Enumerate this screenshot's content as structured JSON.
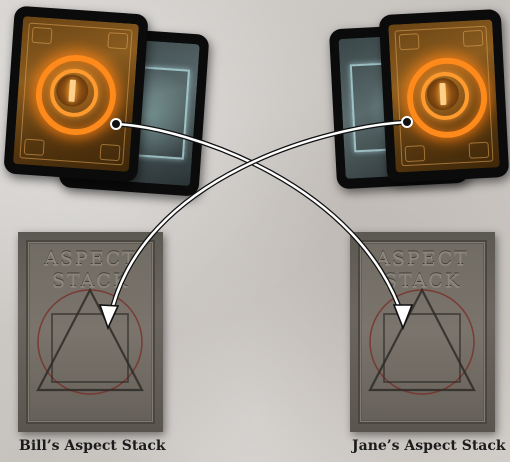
{
  "stacks": [
    {
      "id": "bill",
      "title_line1": "ASPECT",
      "title_line2": "STACK",
      "caption": "Bill’s Aspect Stack"
    },
    {
      "id": "jane",
      "title_line1": "ASPECT",
      "title_line2": "STACK",
      "caption": "Jane’s Aspect Stack"
    }
  ],
  "cards": {
    "bill_deck": {
      "back_icon": "glowing-ring-numeral-one-icon",
      "under_card": "teal-aspect-card"
    },
    "jane_deck": {
      "back_icon": "glowing-ring-numeral-one-icon",
      "under_card": "teal-aspect-card"
    }
  },
  "arrows": [
    {
      "from": "bill_deck",
      "to": "jane_stack"
    },
    {
      "from": "jane_deck",
      "to": "bill_stack"
    }
  ],
  "colors": {
    "ring_glow": "#ff8a1c",
    "arrow_stroke": "#ffffff",
    "arrow_outline": "#111111",
    "stack_stone": "#6b665f",
    "pentagram_red": "#7a2a22",
    "caption_text": "#1b1b1b"
  }
}
